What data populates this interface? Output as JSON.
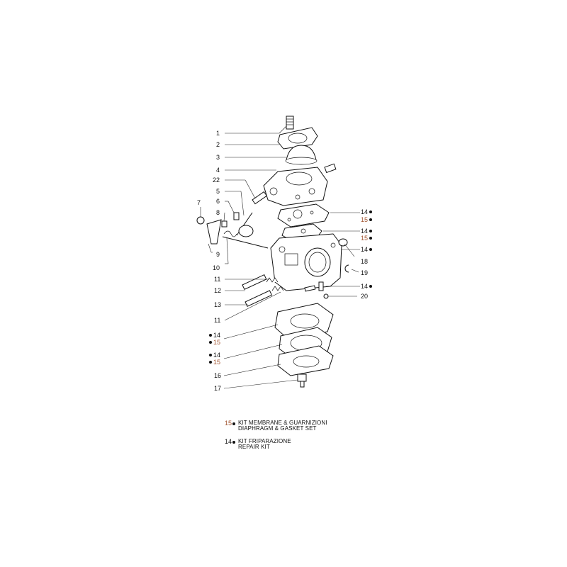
{
  "callouts": [
    {
      "id": "c1",
      "label": "1",
      "kit": ""
    },
    {
      "id": "c2",
      "label": "2",
      "kit": ""
    },
    {
      "id": "c3",
      "label": "3",
      "kit": ""
    },
    {
      "id": "c4",
      "label": "4",
      "kit": ""
    },
    {
      "id": "c22",
      "label": "22",
      "kit": ""
    },
    {
      "id": "c5",
      "label": "5",
      "kit": ""
    },
    {
      "id": "c7",
      "label": "7",
      "kit": ""
    },
    {
      "id": "c6",
      "label": "6",
      "kit": ""
    },
    {
      "id": "c8",
      "label": "8",
      "kit": ""
    },
    {
      "id": "c9",
      "label": "9",
      "kit": ""
    },
    {
      "id": "c10",
      "label": "10",
      "kit": ""
    },
    {
      "id": "c14a",
      "label": "14",
      "kit": "14"
    },
    {
      "id": "c15a",
      "label": "15",
      "kit": "15"
    },
    {
      "id": "c14b",
      "label": "14",
      "kit": "14"
    },
    {
      "id": "c15b",
      "label": "15",
      "kit": "15"
    },
    {
      "id": "c14c",
      "label": "14",
      "kit": "14"
    },
    {
      "id": "c18",
      "label": "18",
      "kit": ""
    },
    {
      "id": "c19",
      "label": "19",
      "kit": ""
    },
    {
      "id": "c14d",
      "label": "14",
      "kit": "14"
    },
    {
      "id": "c20",
      "label": "20",
      "kit": ""
    },
    {
      "id": "c11a",
      "label": "11",
      "kit": ""
    },
    {
      "id": "c12",
      "label": "12",
      "kit": ""
    },
    {
      "id": "c13",
      "label": "13",
      "kit": ""
    },
    {
      "id": "c11b",
      "label": "11",
      "kit": ""
    },
    {
      "id": "c14e",
      "label": "14",
      "kit": "14"
    },
    {
      "id": "c15e",
      "label": "15",
      "kit": "15"
    },
    {
      "id": "c14f",
      "label": "14",
      "kit": "14"
    },
    {
      "id": "c15f",
      "label": "15",
      "kit": "15"
    },
    {
      "id": "c16",
      "label": "16",
      "kit": ""
    },
    {
      "id": "c17",
      "label": "17",
      "kit": ""
    }
  ],
  "legend": {
    "kit15": {
      "key": "15",
      "line1": "KIT MEMBRANE & GUARNIZIONI",
      "line2": "DIAPHRAGM & GASKET SET"
    },
    "kit14": {
      "key": "14",
      "line1": "KIT FRIPARAZIONE",
      "line2": "REPAIR KIT"
    }
  },
  "colors": {
    "ink": "#111111",
    "kit15": "#a0522d",
    "background": "#ffffff"
  }
}
